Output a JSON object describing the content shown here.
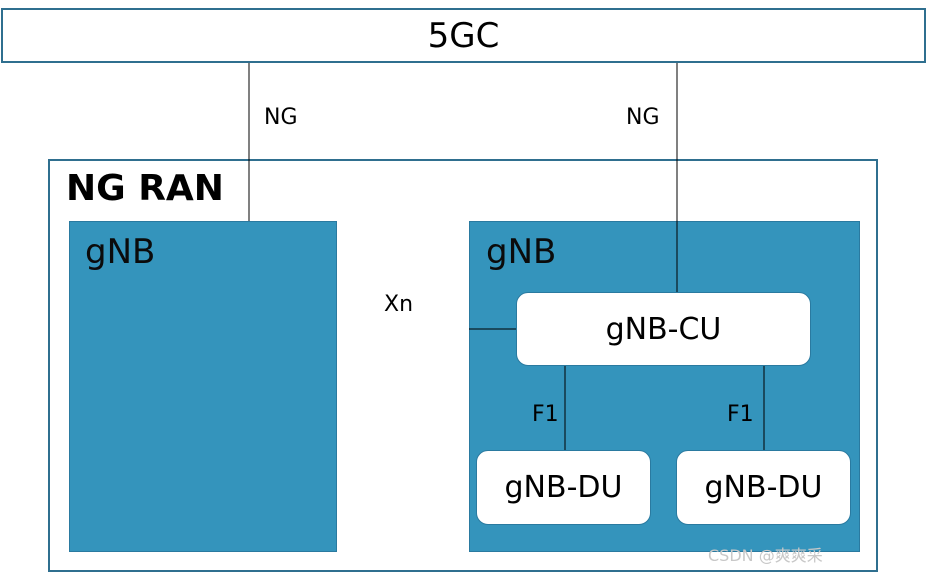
{
  "core": {
    "label": "5GC"
  },
  "ran": {
    "title": "NG RAN"
  },
  "gnb_left": {
    "label": "gNB"
  },
  "gnb_right": {
    "label": "gNB"
  },
  "cu": {
    "label": "gNB-CU"
  },
  "du_left": {
    "label": "gNB-DU"
  },
  "du_right": {
    "label": "gNB-DU"
  },
  "interfaces": {
    "ng_left": "NG",
    "ng_right": "NG",
    "xn": "Xn",
    "f1_left": "F1",
    "f1_right": "F1"
  },
  "watermark": "CSDN @爽爽采",
  "colors": {
    "gnb_fill": "#3494bc",
    "border": "#2a7aa0"
  }
}
